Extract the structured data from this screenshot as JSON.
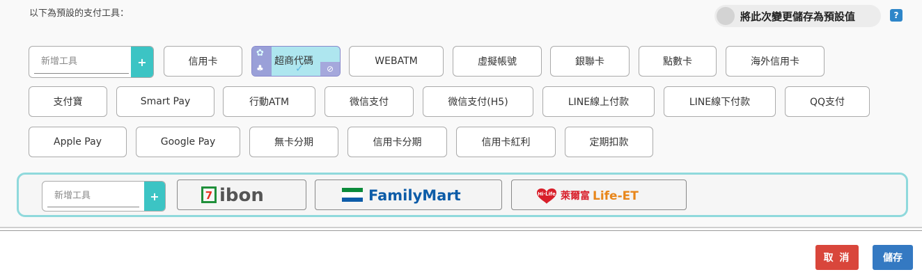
{
  "header": {
    "intro_text": "以下為預設的支付工具：",
    "toggle_label": "將此次變更儲存為預設值",
    "help_label": "?"
  },
  "add_tool": {
    "placeholder": "新增工具",
    "plus": "+"
  },
  "tools": {
    "row1": [
      "信用卡",
      "超商代碼",
      "WEBATM",
      "虛擬帳號",
      "銀聯卡",
      "點數卡",
      "海外信用卡"
    ],
    "row2": [
      "支付寶",
      "Smart Pay",
      "行動ATM",
      "微信支付",
      "微信支付(H5)",
      "LINE線上付款",
      "LINE線下付款",
      "QQ支付"
    ],
    "row3": [
      "Apple Pay",
      "Google Pay",
      "無卡分期",
      "信用卡分期",
      "信用卡紅利",
      "定期扣款"
    ]
  },
  "stores": {
    "placeholder": "新增工具",
    "plus": "+",
    "logos": [
      "ibon",
      "FamilyMart",
      "萊爾富",
      "Life-ET"
    ]
  },
  "footer": {
    "cancel_label": "取 消",
    "save_label": "儲存"
  },
  "colors": {
    "accent_teal": "#3cc4c4",
    "store_border": "#8fd9dc",
    "cancel_red": "#d9463b",
    "save_blue": "#3479c2"
  }
}
